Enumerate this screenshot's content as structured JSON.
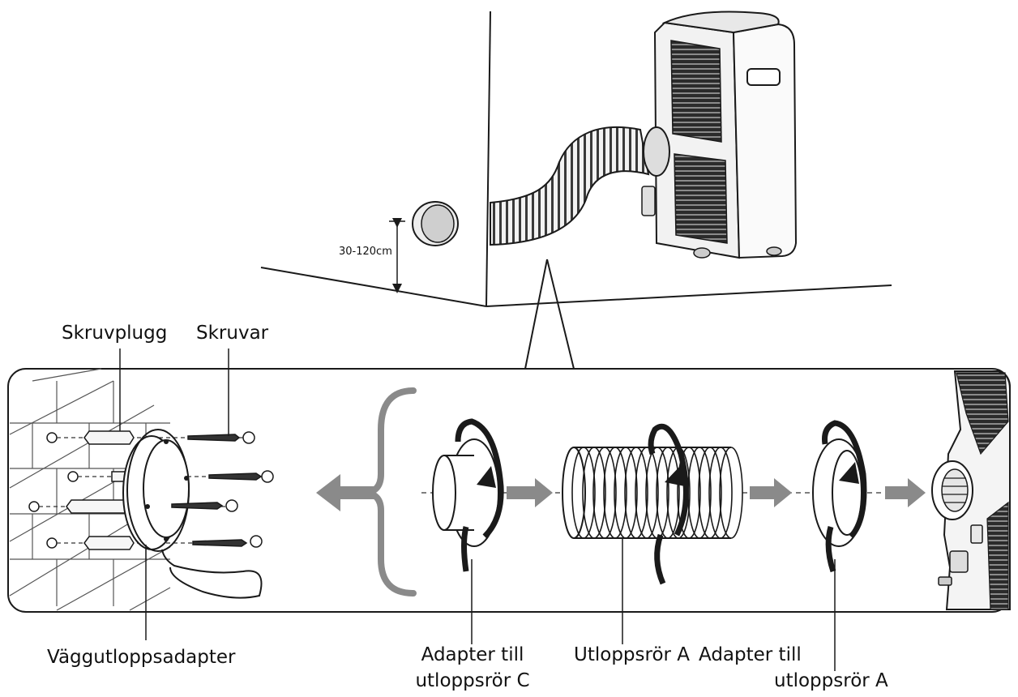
{
  "height_range": "30-120cm",
  "labels": {
    "wall_plug": "Skruvplugg",
    "screws": "Skruvar",
    "wall_outlet_adapter": "Väggutloppsadapter",
    "adapter_c_line1": "Adapter till",
    "adapter_c_line2": "utloppsrör C",
    "exhaust_pipe_a": "Utloppsrör A",
    "adapter_a_line1": "Adapter till",
    "adapter_a_line2": "utloppsrör A"
  },
  "colors": {
    "line": "#1a1a1a",
    "arrow_gray": "#8a8a8a",
    "bracket_gray": "#8a8a8a",
    "unit_body": "#f4f4f4",
    "grille": "#2a2a2a"
  }
}
